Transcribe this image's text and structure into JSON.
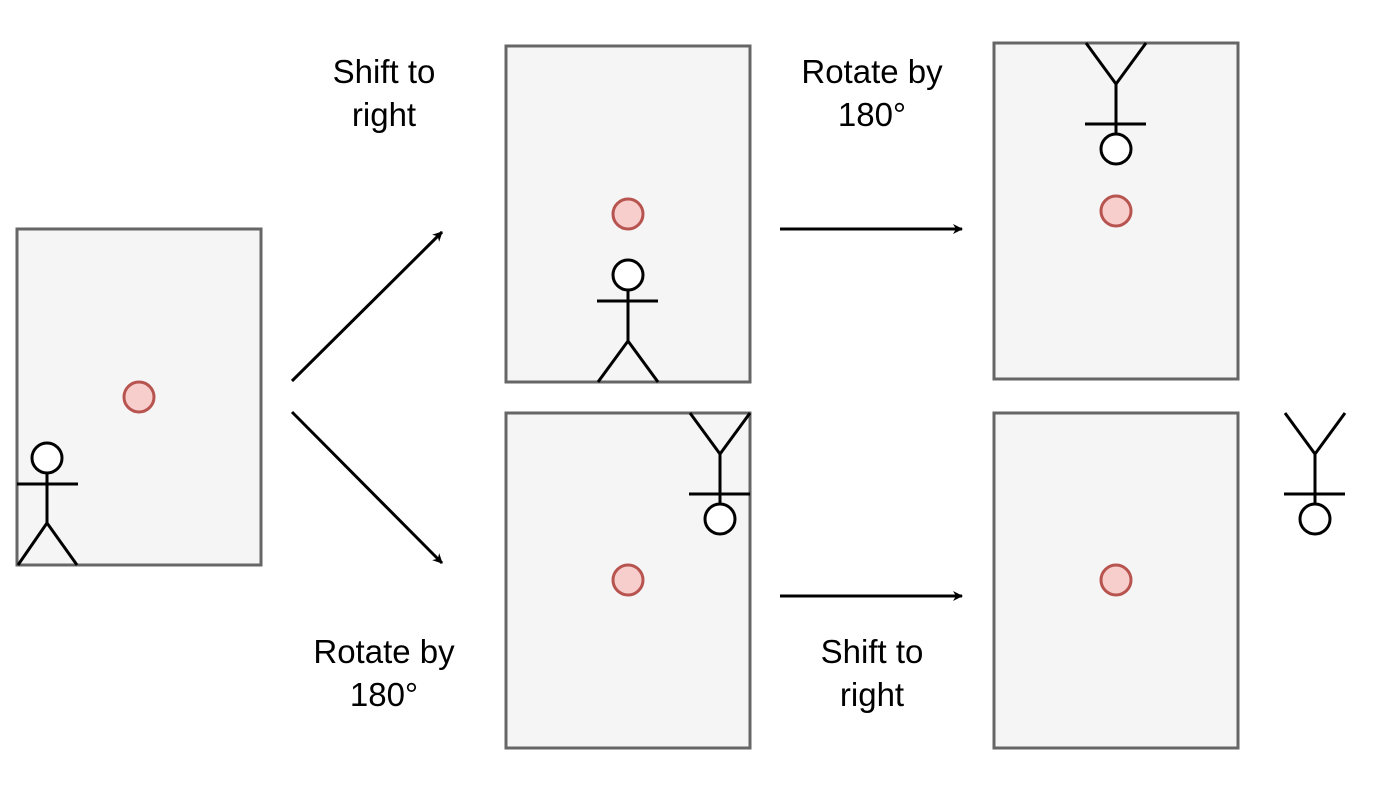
{
  "labels": {
    "top_left": [
      "Shift to",
      "right"
    ],
    "top_right": [
      "Rotate by",
      "180°"
    ],
    "bottom_left": [
      "Rotate by",
      "180°"
    ],
    "bottom_right": [
      "Shift to",
      "right"
    ]
  },
  "colors": {
    "frame_fill": "#f5f5f5",
    "frame_stroke": "#666666",
    "dot_fill": "#f8cecc",
    "dot_stroke": "#b85450"
  }
}
